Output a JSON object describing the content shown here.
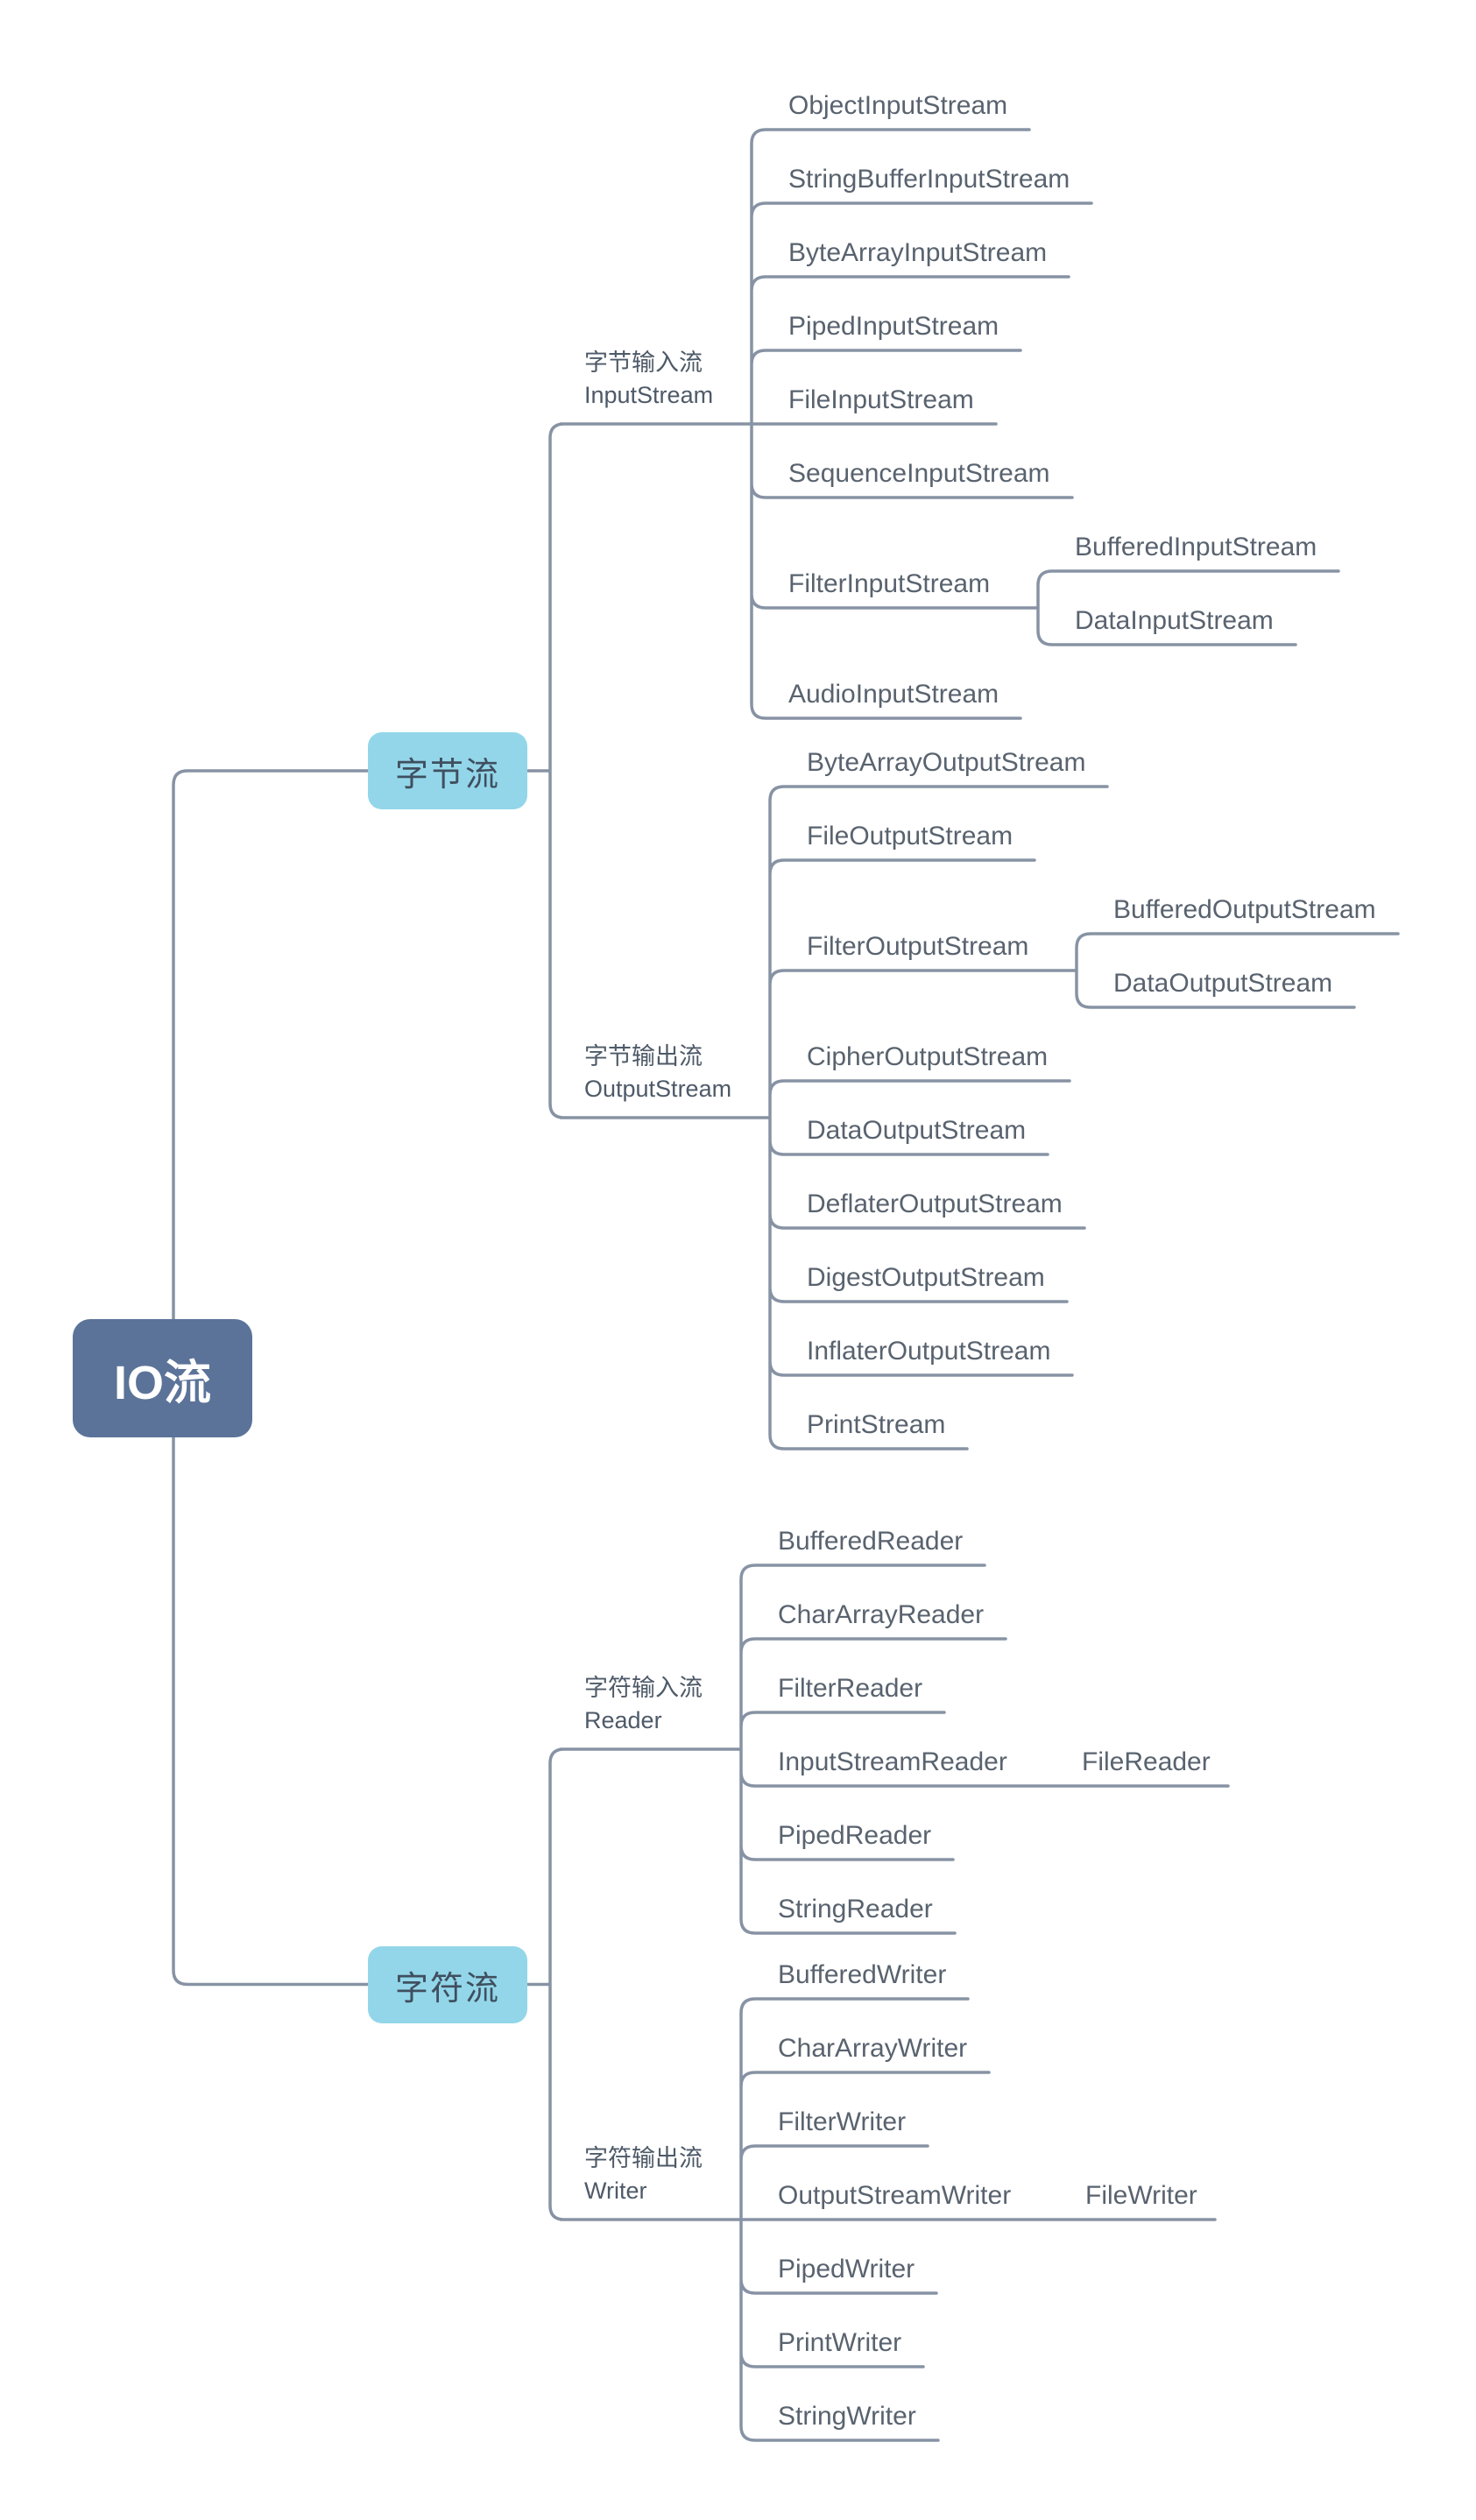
{
  "diagram": {
    "type": "mindmap",
    "background": "#ffffff"
  },
  "colors": {
    "root_bg": "#5b7399",
    "root_text": "#ffffff",
    "branch_bg": "#93d6e9",
    "branch_text": "#3f4f5f",
    "line": "#8793a4",
    "node_text": "#59636f",
    "label_text": "#4e5a68"
  },
  "tree": {
    "name": "root-node-io-stream",
    "label": "IO流",
    "children": [
      {
        "name": "branch-byte-stream",
        "label": "字节流",
        "children": [
          {
            "name": "subtopic-byte-input-stream",
            "label": "字节输入流",
            "sublabel": "InputStream",
            "children": [
              {
                "label": "ObjectInputStream"
              },
              {
                "label": "StringBufferInputStream"
              },
              {
                "label": "ByteArrayInputStream"
              },
              {
                "label": "PipedInputStream"
              },
              {
                "label": "FileInputStream"
              },
              {
                "label": "SequenceInputStream"
              },
              {
                "label": "FilterInputStream",
                "children": [
                  {
                    "label": "BufferedInputStream"
                  },
                  {
                    "label": "DataInputStream"
                  }
                ]
              },
              {
                "label": "AudioInputStream"
              }
            ]
          },
          {
            "name": "subtopic-byte-output-stream",
            "label": "字节输出流",
            "sublabel": "OutputStream",
            "children": [
              {
                "label": "ByteArrayOutputStream"
              },
              {
                "label": "FileOutputStream"
              },
              {
                "label": "FilterOutputStream",
                "children": [
                  {
                    "label": "BufferedOutputStream"
                  },
                  {
                    "label": "DataOutputStream"
                  }
                ]
              },
              {
                "label": "CipherOutputStream"
              },
              {
                "label": "DataOutputStream"
              },
              {
                "label": "DeflaterOutputStream"
              },
              {
                "label": "DigestOutputStream"
              },
              {
                "label": "InflaterOutputStream"
              },
              {
                "label": "PrintStream"
              }
            ]
          }
        ]
      },
      {
        "name": "branch-char-stream",
        "label": "字符流",
        "children": [
          {
            "name": "subtopic-char-input-reader",
            "label": "字符输入流",
            "sublabel": "Reader",
            "children": [
              {
                "label": "BufferedReader"
              },
              {
                "label": "CharArrayReader"
              },
              {
                "label": "FilterReader"
              },
              {
                "label": "InputStreamReader",
                "inline_child": {
                  "label": "FileReader"
                }
              },
              {
                "label": "PipedReader"
              },
              {
                "label": "StringReader"
              }
            ]
          },
          {
            "name": "subtopic-char-output-writer",
            "label": "字符输出流",
            "sublabel": "Writer",
            "children": [
              {
                "label": "BufferedWriter"
              },
              {
                "label": "CharArrayWriter"
              },
              {
                "label": "FilterWriter"
              },
              {
                "label": "OutputStreamWriter",
                "inline_child": {
                  "label": "FileWriter"
                }
              },
              {
                "label": "PipedWriter"
              },
              {
                "label": "PrintWriter"
              },
              {
                "label": "StringWriter"
              }
            ]
          }
        ]
      }
    ]
  }
}
